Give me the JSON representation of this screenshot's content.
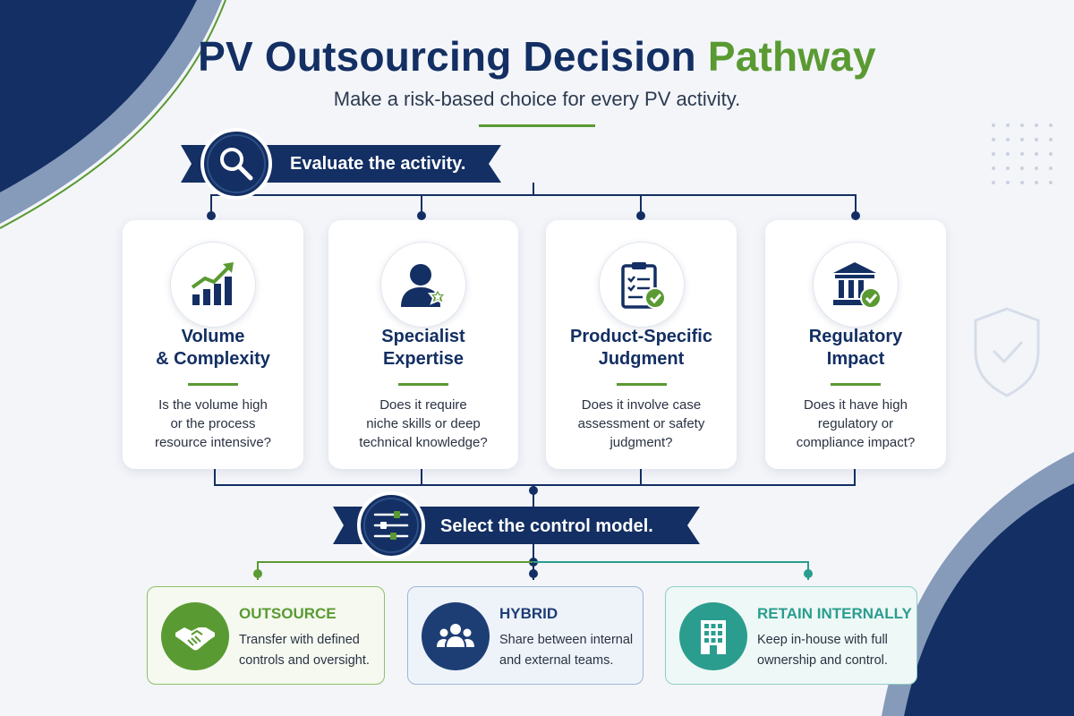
{
  "header": {
    "title_main": "PV Outsourcing Decision ",
    "title_accent": "Pathway",
    "subtitle": "Make a risk-based choice for every PV activity."
  },
  "step1": {
    "label": "Evaluate the activity.",
    "icon": "magnifier-icon"
  },
  "criteria": [
    {
      "title_line1": "Volume",
      "title_line2": "& Complexity",
      "desc_line1": "Is the volume high",
      "desc_line2": "or the process",
      "desc_line3": "resource intensive?",
      "icon": "growth-chart-icon"
    },
    {
      "title_line1": "Specialist",
      "title_line2": "Expertise",
      "desc_line1": "Does it require",
      "desc_line2": "niche skills or deep",
      "desc_line3": "technical knowledge?",
      "icon": "expert-person-icon"
    },
    {
      "title_line1": "Product-Specific",
      "title_line2": "Judgment",
      "desc_line1": "Does it involve case",
      "desc_line2": "assessment or safety",
      "desc_line3": "judgment?",
      "icon": "clipboard-check-icon"
    },
    {
      "title_line1": "Regulatory",
      "title_line2": "Impact",
      "desc_line1": "Does it have high",
      "desc_line2": "regulatory or",
      "desc_line3": "compliance impact?",
      "icon": "regulatory-building-icon"
    }
  ],
  "step2": {
    "label": "Select the control model.",
    "icon": "sliders-icon"
  },
  "options": [
    {
      "label": "OUTSOURCE",
      "desc_line1": "Transfer with defined",
      "desc_line2": "controls and oversight.",
      "icon": "handshake-icon",
      "color": "#5a9a32"
    },
    {
      "label": "HYBRID",
      "desc_line1": "Share between internal",
      "desc_line2": "and external teams.",
      "icon": "team-icon",
      "color": "#1d3e74"
    },
    {
      "label": "RETAIN INTERNALLY",
      "desc_line1": "Keep in-house with full",
      "desc_line2": "ownership and control.",
      "icon": "office-building-icon",
      "color": "#2a9d8f"
    }
  ],
  "colors": {
    "navy": "#132f63",
    "green": "#5a9a32",
    "teal": "#2a9d8f",
    "blue": "#1d3e74"
  }
}
